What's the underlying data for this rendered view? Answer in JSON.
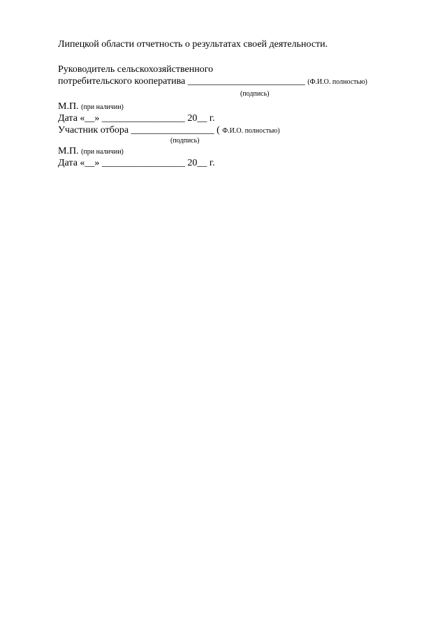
{
  "page": {
    "background": "#ffffff",
    "text_color": "#000000"
  },
  "document": {
    "intro_line": "Липецкой области отчетность о результатах своей деятельности.",
    "head_block": {
      "title_line1": "Руководитель сельскохозяйственного",
      "title_line2": "потребительского кооператива",
      "signature_blank": "________________________",
      "fio_hint": "(Ф.И.О. полностью)",
      "signature_hint": "(подпись)",
      "seal_label": "М.П.",
      "seal_note": "(при наличии)",
      "date_line": "Дата «__» _________________ 20__ г."
    },
    "participant_block": {
      "title": "Участник отбора",
      "signature_blank": "_________________",
      "fio_open_paren": "(",
      "fio_hint": "Ф.И.О. полностью)",
      "signature_hint": "(подпись)",
      "seal_label": "М.П.",
      "seal_note": "(при наличии)",
      "date_line": "Дата «__» _________________ 20__ г."
    }
  }
}
